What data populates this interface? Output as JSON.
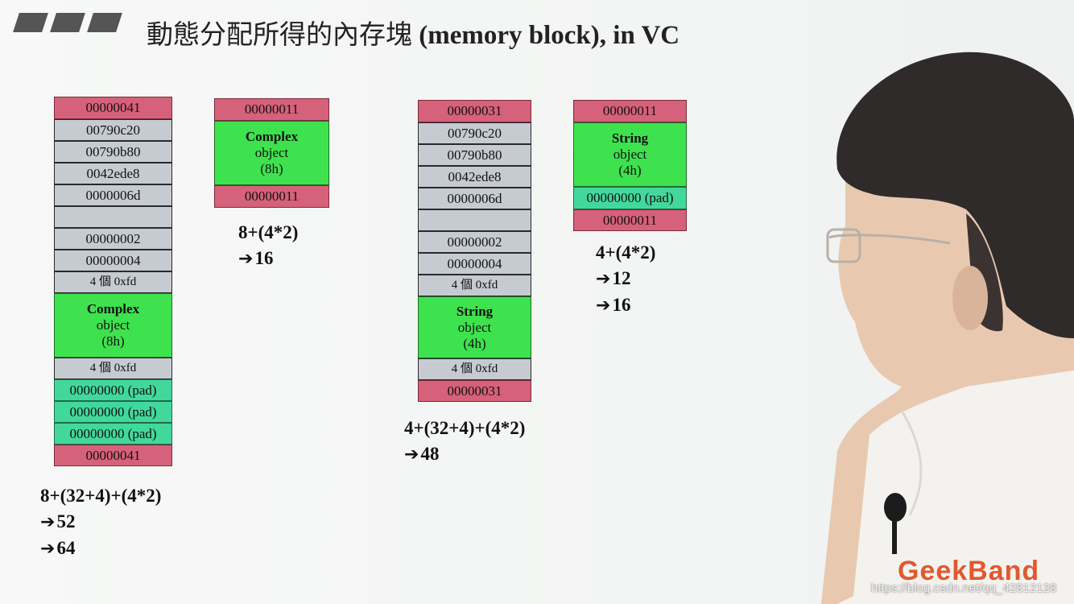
{
  "title": {
    "cjk": "動態分配所得的內存塊",
    "en": "(memory block), in VC"
  },
  "blocks": [
    {
      "cells": [
        {
          "type": "pink",
          "text": "00000041"
        },
        {
          "type": "gray",
          "text": "00790c20"
        },
        {
          "type": "gray",
          "text": "00790b80"
        },
        {
          "type": "gray",
          "text": "0042ede8"
        },
        {
          "type": "gray",
          "text": "0000006d"
        },
        {
          "type": "gray",
          "text": ""
        },
        {
          "type": "gray",
          "text": "00000002"
        },
        {
          "type": "gray",
          "text": "00000004"
        },
        {
          "type": "gray",
          "text": "4 個 0xfd"
        },
        {
          "type": "green",
          "name": "Complex",
          "line2": "object",
          "line3": "(8h)"
        },
        {
          "type": "gray",
          "text": "4 個 0xfd"
        },
        {
          "type": "teal",
          "text": "00000000 (pad)"
        },
        {
          "type": "teal",
          "text": "00000000 (pad)"
        },
        {
          "type": "teal",
          "text": "00000000 (pad)"
        },
        {
          "type": "pink",
          "text": "00000041"
        }
      ],
      "calc": [
        "8+(32+4)+(4*2)",
        "52",
        "64"
      ]
    },
    {
      "cells": [
        {
          "type": "pink",
          "text": "00000011"
        },
        {
          "type": "green",
          "name": "Complex",
          "line2": "object",
          "line3": "(8h)"
        },
        {
          "type": "pink",
          "text": "00000011"
        }
      ],
      "calc": [
        "8+(4*2)",
        "16"
      ]
    },
    {
      "cells": [
        {
          "type": "pink",
          "text": "00000031"
        },
        {
          "type": "gray",
          "text": "00790c20"
        },
        {
          "type": "gray",
          "text": "00790b80"
        },
        {
          "type": "gray",
          "text": "0042ede8"
        },
        {
          "type": "gray",
          "text": "0000006d"
        },
        {
          "type": "gray",
          "text": ""
        },
        {
          "type": "gray",
          "text": "00000002"
        },
        {
          "type": "gray",
          "text": "00000004"
        },
        {
          "type": "gray",
          "text": "4 個 0xfd"
        },
        {
          "type": "green",
          "name": "String",
          "line2": "object",
          "line3": "(4h)"
        },
        {
          "type": "gray",
          "text": "4 個 0xfd"
        },
        {
          "type": "pink",
          "text": "00000031"
        }
      ],
      "calc": [
        "4+(32+4)+(4*2)",
        "48"
      ]
    },
    {
      "cells": [
        {
          "type": "pink",
          "text": "00000011"
        },
        {
          "type": "green",
          "name": "String",
          "line2": "object",
          "line3": "(4h)"
        },
        {
          "type": "teal",
          "text": "00000000 (pad)"
        },
        {
          "type": "pink",
          "text": "00000011"
        }
      ],
      "calc": [
        "4+(4*2)",
        "12",
        "16"
      ]
    }
  ],
  "logo": "GeekBand",
  "watermark": "https://blog.csdn.net/qq_42812128"
}
